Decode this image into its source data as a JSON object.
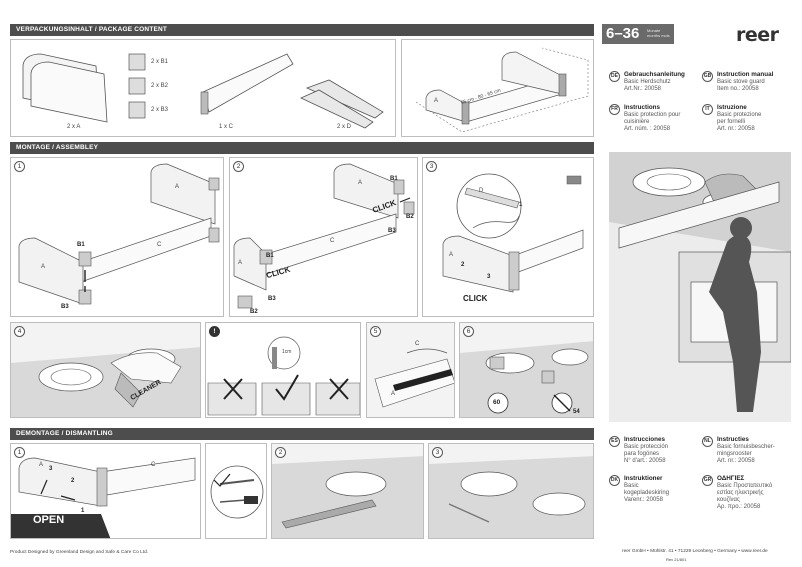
{
  "sections": {
    "package": "VERPACKUNGSINHALT / PACKAGE CONTENT",
    "assembly": "MONTAGE / ASSEMBLEY",
    "dismantling": "DEMONTAGE / DISMANTLING"
  },
  "package": {
    "qty_a": "2 x A",
    "qty_b1": "2 x B1",
    "qty_b2": "2 x B2",
    "qty_b3": "2 x B3",
    "qty_c": "1 x C",
    "qty_d": "2 x D",
    "measure": "55 cm - 80 - 65 cm",
    "panel_a": "A"
  },
  "steps": {
    "n1": "1",
    "n2": "2",
    "n3": "3",
    "n4": "4",
    "n5": "5",
    "n6": "6",
    "warn": "!",
    "a": "A",
    "b1": "B1",
    "b2": "B2",
    "b3": "B3",
    "c": "C",
    "d": "D",
    "click": "CLICK",
    "cleaner": "CLEANER",
    "num1": "1",
    "num2": "2",
    "num3": "3",
    "measure_small": "1cm",
    "timer_60": "60",
    "timer_54": "54"
  },
  "dismantle": {
    "n1": "1",
    "n2": "2",
    "n3": "3",
    "a": "A",
    "c": "C",
    "num1": "1",
    "num2": "2",
    "num3": "3",
    "open": "OPEN"
  },
  "product": {
    "age_range": "6–36",
    "age_unit": "Monate months mois",
    "brand": "reer"
  },
  "languages": [
    {
      "code": "DE",
      "title": "Gebrauchsanleitung",
      "l1": "Basic Herdschutz",
      "l2": "Art.Nr.: 20058",
      "l3": ""
    },
    {
      "code": "GB",
      "title": "Instruction manual",
      "l1": "Basic stove guard",
      "l2": "Item no.: 20058",
      "l3": ""
    },
    {
      "code": "FR",
      "title": "Instructions",
      "l1": "Basic protection pour",
      "l2": "cuisinière",
      "l3": "Art. núm. : 20058"
    },
    {
      "code": "IT",
      "title": "Istruzione",
      "l1": "Basic protezione",
      "l2": "per fornelli",
      "l3": "Art. nr.: 20058"
    },
    {
      "code": "ES",
      "title": "Instrucciones",
      "l1": "Basic protección",
      "l2": "para fogónes",
      "l3": "N° d'art.: 20058"
    },
    {
      "code": "NL",
      "title": "Instructies",
      "l1": "Basic fornuisbescher-",
      "l2": "mingsrooster",
      "l3": "Art. nr.: 20058"
    },
    {
      "code": "DK",
      "title": "Instruktioner",
      "l1": "Basic",
      "l2": "kogepladeskiring",
      "l3": "Varenr.: 20058"
    },
    {
      "code": "GR",
      "title": "ΟΔΗΓΙΕΣ",
      "l1": "Basic Προστατευτικό",
      "l2": "εστίας ηλεκτρικής",
      "l3": "κουζίνας"
    }
  ],
  "gr_artno": "Αρ. προ.: 20058",
  "footer": {
    "left": "Product Designed by Greenland Design and Safe & Care Co Ltd.",
    "right": "reer GmbH • Mühlstr. 41 • 71229 Leonberg • Germany • www.reer.de",
    "rev": "Rev 21/801"
  },
  "colors": {
    "section_bar": "#4d4d4d",
    "badge": "#6a6a6a",
    "panel_bg": "#f3f3f3",
    "line": "#555555"
  }
}
